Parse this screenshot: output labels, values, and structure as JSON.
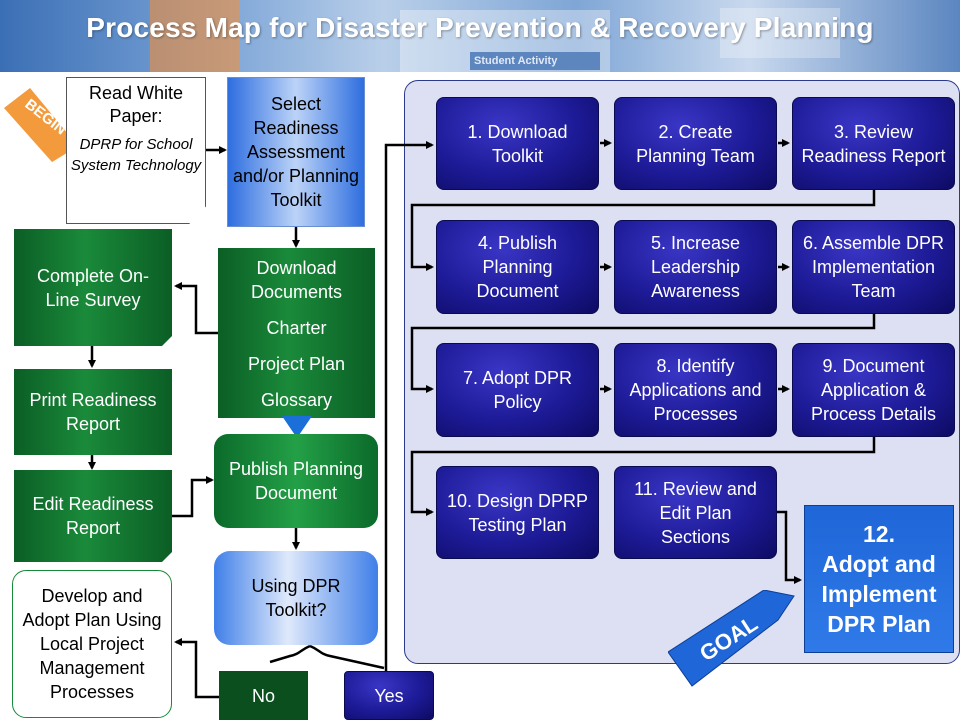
{
  "title": "Process Map for Disaster Prevention & Recovery Planning",
  "header_deco_text": "Student Activity",
  "begin_label": "BEGIN",
  "goal_label": "GOAL",
  "read_white_paper": {
    "line1": "Read White Paper:",
    "line2": "DPRP for School System Technology"
  },
  "select_toolkit": "Select Readiness Assessment and/or Planning Toolkit",
  "download_docs": {
    "title": "Download Documents",
    "items": [
      "Charter",
      "Project Plan",
      "Glossary"
    ]
  },
  "complete_survey": "Complete On-Line Survey",
  "print_report": "Print Readiness Report",
  "edit_report": "Edit Readiness Report",
  "develop_plan": "Develop and Adopt Plan Using Local Project Management Processes",
  "publish_planning": "Publish Planning Document",
  "using_toolkit": "Using DPR Toolkit?",
  "no_label": "No",
  "yes_label": "Yes",
  "steps": [
    "1. Download Toolkit",
    "2. Create Planning Team",
    "3. Review Readiness Report",
    "4. Publish Planning Document",
    "5. Increase Leadership Awareness",
    "6. Assemble DPR Implementation Team",
    "7. Adopt DPR Policy",
    "8. Identify Applications and Processes",
    "9. Document Application & Process Details",
    "10. Design DPRP Testing Plan",
    "11. Review and Edit Plan Sections"
  ],
  "step12": {
    "num": "12.",
    "text": "Adopt and Implement DPR Plan"
  },
  "colors": {
    "navy": "#1d1a96",
    "green": "#0b5e25",
    "blue": "#2f7ae8",
    "begin_orange": "#f39a3c",
    "goal_blue": "#1f66d8",
    "panel": "#dde0f3"
  }
}
